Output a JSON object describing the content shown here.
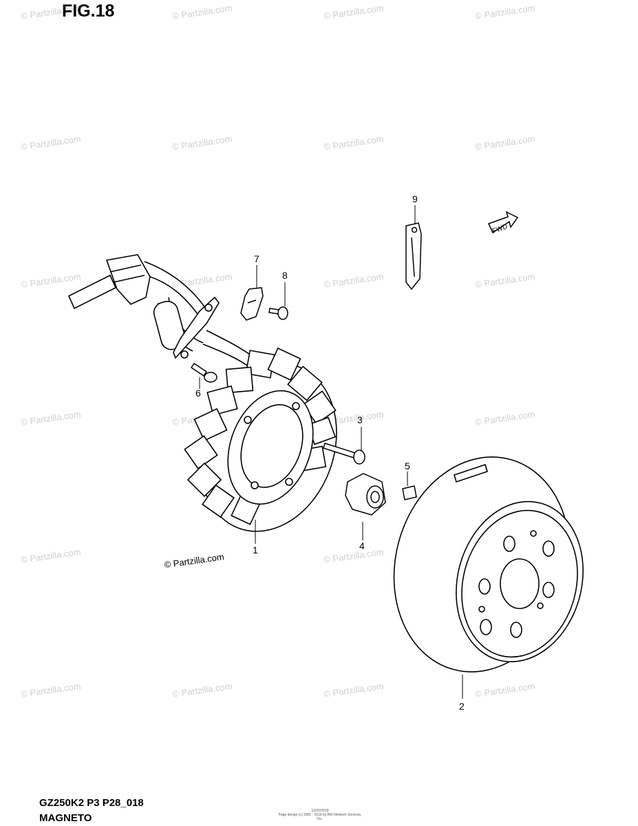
{
  "figure": {
    "title": "FIG.18"
  },
  "footer": {
    "code": "GZ250K2 P3 P28_018",
    "name": "MAGNETO",
    "fineprint_line1": "12/20/2018",
    "fineprint_line2": "Page design (c) 2001 - 2018 by ARI Network Services, Inc."
  },
  "watermark": {
    "text": "© Partzilla.com"
  },
  "fwd_arrow": {
    "label": "FWD"
  },
  "callouts": [
    {
      "id": "1",
      "part": "stator"
    },
    {
      "id": "2",
      "part": "rotor"
    },
    {
      "id": "3",
      "part": "bolt"
    },
    {
      "id": "4",
      "part": "nut"
    },
    {
      "id": "5",
      "part": "key"
    },
    {
      "id": "6",
      "part": "bolt"
    },
    {
      "id": "7",
      "part": "clamp"
    },
    {
      "id": "8",
      "part": "screw"
    },
    {
      "id": "9",
      "part": "clamp"
    }
  ]
}
